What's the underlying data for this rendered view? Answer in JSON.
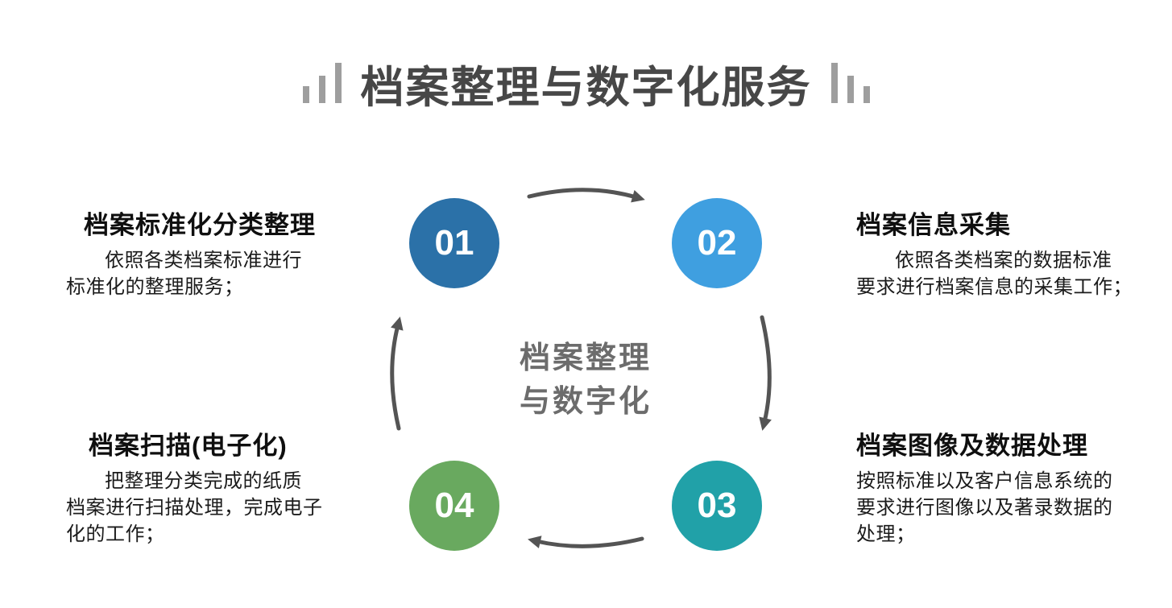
{
  "header": {
    "title": "档案整理与数字化服务"
  },
  "center_label": {
    "line1": "档案整理",
    "line2": "与数字化"
  },
  "steps": [
    {
      "number": "01",
      "color": "#2B71A8",
      "title": "档案标准化分类整理",
      "body": "依照各类档案标准进行\n标准化的整理服务；"
    },
    {
      "number": "02",
      "color": "#3F9FE0",
      "title": "档案信息采集",
      "body": "依照各类档案的数据标准\n要求进行档案信息的采集工作；"
    },
    {
      "number": "03",
      "color": "#21A1A8",
      "title": "档案图像及数据处理",
      "body": "按照标准以及客户信息系统的\n要求进行图像以及著录数据的\n处理；"
    },
    {
      "number": "04",
      "color": "#69A95F",
      "title": "档案扫描(电子化)",
      "body": "把整理分类完成的纸质\n档案进行扫描处理，完成电子\n化的工作；"
    }
  ],
  "colors": {
    "title_text": "#474747",
    "center_text": "#6C6C6C",
    "heading_text": "#0F0F0F",
    "body_text": "#1B1B1B",
    "arrow": "#545454",
    "bars": "#9E9E9E",
    "background": "#FFFFFF"
  }
}
